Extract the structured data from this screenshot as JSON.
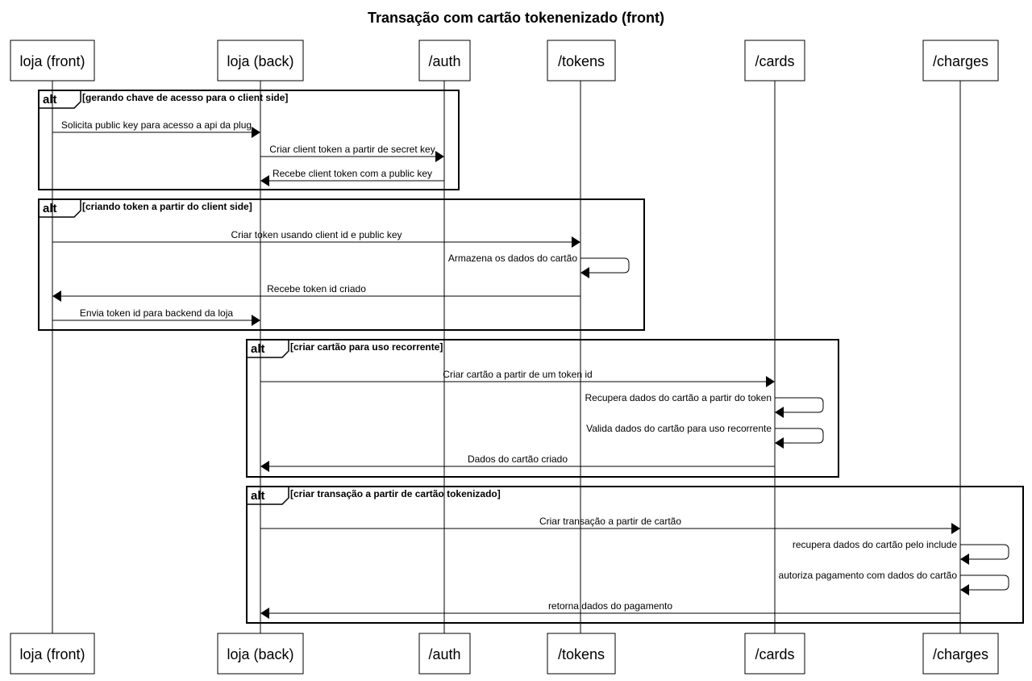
{
  "title": "Transação com cartão tokenenizado (front)",
  "participants": [
    {
      "id": "front",
      "label": "loja (front)"
    },
    {
      "id": "back",
      "label": "loja (back)"
    },
    {
      "id": "auth",
      "label": "/auth"
    },
    {
      "id": "tokens",
      "label": "/tokens"
    },
    {
      "id": "cards",
      "label": "/cards"
    },
    {
      "id": "charges",
      "label": "/charges"
    }
  ],
  "fragments": [
    {
      "keyword": "alt",
      "guard": "[gerando chave de acesso para o client side]",
      "messages": [
        {
          "from": "front",
          "to": "back",
          "label": "Solicita public key para acesso a api da plug"
        },
        {
          "from": "back",
          "to": "auth",
          "label": "Criar client token a partir de secret key"
        },
        {
          "from": "auth",
          "to": "back",
          "label": "Recebe client token com a public key"
        }
      ]
    },
    {
      "keyword": "alt",
      "guard": "[criando token a partir do client side]",
      "messages": [
        {
          "from": "front",
          "to": "tokens",
          "label": "Criar token usando client id e public key"
        },
        {
          "from": "tokens",
          "to": "tokens",
          "label": "Armazena os dados do cartão"
        },
        {
          "from": "tokens",
          "to": "front",
          "label": "Recebe token id criado"
        },
        {
          "from": "front",
          "to": "back",
          "label": "Envia token id para backend da loja"
        }
      ]
    },
    {
      "keyword": "alt",
      "guard": "[criar cartão para uso recorrente]",
      "messages": [
        {
          "from": "back",
          "to": "cards",
          "label": "Criar cartão a partir de um token id"
        },
        {
          "from": "cards",
          "to": "cards",
          "label": "Recupera dados do cartão a partir do token"
        },
        {
          "from": "cards",
          "to": "cards",
          "label": "Valida dados do cartão para uso recorrente"
        },
        {
          "from": "cards",
          "to": "back",
          "label": "Dados do cartão criado"
        }
      ]
    },
    {
      "keyword": "alt",
      "guard": "[criar transação a partir de cartão tokenizado]",
      "messages": [
        {
          "from": "back",
          "to": "charges",
          "label": "Criar transação a partir de cartão"
        },
        {
          "from": "charges",
          "to": "charges",
          "label": "recupera dados do cartão pelo include"
        },
        {
          "from": "charges",
          "to": "charges",
          "label": "autoriza pagamento com dados do cartão"
        },
        {
          "from": "charges",
          "to": "back",
          "label": "retorna dados do pagamento"
        }
      ]
    }
  ]
}
